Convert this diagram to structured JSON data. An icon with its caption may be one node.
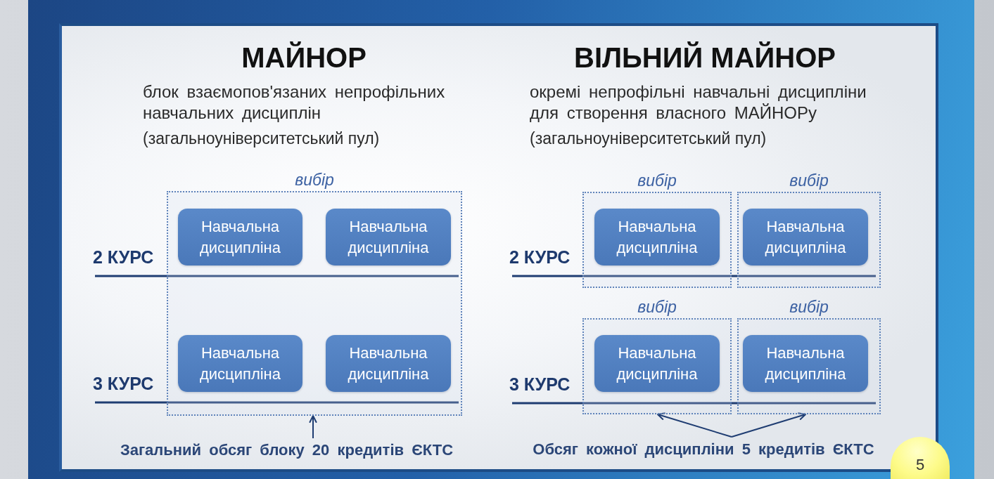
{
  "diagram": {
    "nodes": [
      {
        "text": [
          "вибір"
        ]
      },
      {
        "text": [
          "Навчальна дисципліна"
        ],
        "in": 0
      },
      {
        "text": [
          "Навчальна дисципліна"
        ],
        "in": 0
      },
      {
        "text": [
          "Навчальна дисципліна"
        ],
        "in": 0
      },
      {
        "text": [
          "Навчальна дисципліна"
        ],
        "in": 0
      },
      {
        "text": [
          "вибір"
        ]
      },
      {
        "text": [
          "Навчальна дисципліна"
        ],
        "in": 5
      },
      {
        "text": [
          "вибір"
        ]
      },
      {
        "text": [
          "Навчальна дисципліна"
        ],
        "in": 7
      },
      {
        "text": [
          "вибір"
        ]
      },
      {
        "text": [
          "Навчальна дисципліна"
        ],
        "in": 9
      },
      {
        "text": [
          "вибір"
        ]
      },
      {
        "text": [
          "Навчальна дисципліна"
        ],
        "in": 11
      },
      {
        "text": [
          "Загальний обсяг блоку 20 кредитів ЄКТС"
        ]
      },
      {
        "text": [
          "Обсяг кожної дисципліни 5 кредитів ЄКТС"
        ]
      },
      {
        "text": [
          "5"
        ]
      }
    ],
    "edges": [
      {
        "from": 13,
        "to": 0,
        "arrow": "to"
      },
      {
        "from": 14,
        "to": 9,
        "arrow": "to"
      },
      {
        "from": 14,
        "to": 11,
        "arrow": "to"
      }
    ],
    "labels": [
      "МАЙНОР",
      "блок взаємопов'язаних непрофільних навчальних дисциплін",
      "(загальноуніверситетський пул)",
      "ВІЛЬНИЙ МАЙНОР",
      "окремі непрофільні навчальні дисципліни для створення власного МАЙНОРу",
      "(загальноуніверситетський пул)",
      "2 КУРС",
      "3 КУРС",
      "2 КУРС",
      "3 КУРС"
    ]
  }
}
